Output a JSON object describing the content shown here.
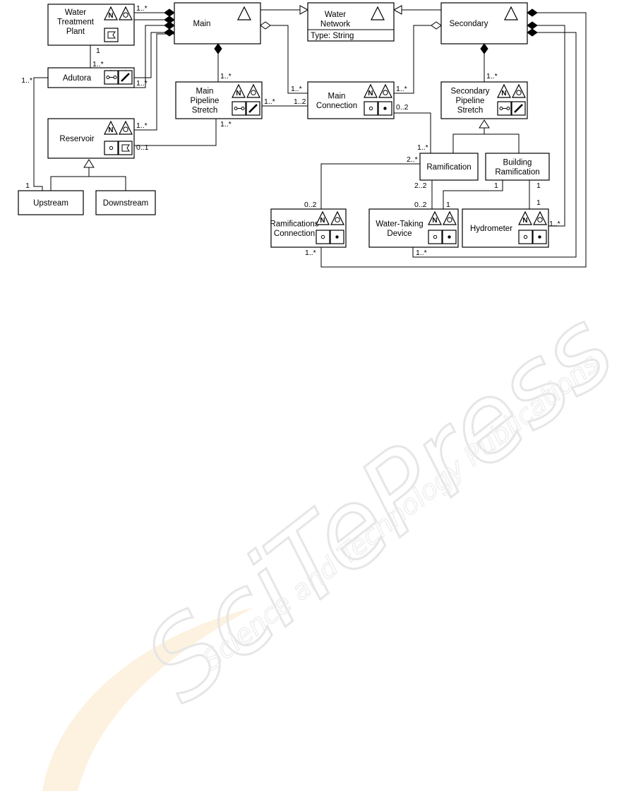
{
  "watermark": {
    "logo_text": "SciTePress",
    "tagline": "Science and Technology Publications"
  },
  "diagram": {
    "classes": {
      "water_treatment_plant": {
        "lines": [
          "Water",
          "Treatment",
          "Plant"
        ],
        "icons": [
          "network-icon",
          "point-icon",
          "flag-icon"
        ]
      },
      "main": {
        "lines": [
          "Main"
        ],
        "icons": [
          "triangle-icon"
        ]
      },
      "water_network": {
        "lines": [
          "Water",
          "Network"
        ],
        "icons": [
          "triangle-icon"
        ],
        "attribute": "Type: String"
      },
      "secondary": {
        "lines": [
          "Secondary"
        ],
        "icons": [
          "triangle-icon"
        ]
      },
      "adutora": {
        "lines": [
          "Adutora"
        ],
        "icons": [
          "network-icon",
          "point-icon",
          "flow-icon",
          "line-icon"
        ]
      },
      "main_pipeline_stretch": {
        "lines": [
          "Main",
          "Pipeline",
          "Stretch"
        ],
        "icons": [
          "network-icon",
          "point-icon",
          "flow-icon",
          "line-icon"
        ]
      },
      "main_connection": {
        "lines": [
          "Main",
          "Connection"
        ],
        "icons": [
          "network-icon",
          "point-icon",
          "node-icon",
          "dot-icon"
        ]
      },
      "secondary_pipeline_stretch": {
        "lines": [
          "Secondary",
          "Pipeline",
          "Stretch"
        ],
        "icons": [
          "network-icon",
          "point-icon",
          "flow-icon",
          "line-icon"
        ]
      },
      "reservoir": {
        "lines": [
          "Reservoir"
        ],
        "icons": [
          "network-icon",
          "point-icon",
          "node-icon",
          "flag-icon"
        ]
      },
      "ramification": {
        "lines": [
          "Ramification"
        ]
      },
      "building_ramification": {
        "lines": [
          "Building",
          "Ramification"
        ]
      },
      "upstream": {
        "lines": [
          "Upstream"
        ]
      },
      "downstream": {
        "lines": [
          "Downstream"
        ]
      },
      "ramifications_connection": {
        "lines": [
          "Ramifications",
          "Connection"
        ],
        "icons": [
          "network-icon",
          "point-icon",
          "node-icon",
          "dot-icon"
        ]
      },
      "water_taking_device": {
        "lines": [
          "Water-Taking",
          "Device"
        ],
        "icons": [
          "network-icon",
          "point-icon",
          "node-icon",
          "dot-icon"
        ]
      },
      "hydrometer": {
        "lines": [
          "Hydrometer"
        ],
        "icons": [
          "network-icon",
          "point-icon",
          "node-icon",
          "dot-icon"
        ]
      }
    },
    "multiplicities": {
      "wtp_main": "1..*",
      "wtp_adutora_top": "1",
      "wtp_adutora_bottom": "1..*",
      "adutora_main": "1..*",
      "adutora_left": "1..*",
      "upstream_left": "1",
      "reservoir_main": "1..*",
      "reservoir_mps": "0..1",
      "mps_main": "1..*",
      "mps_bottom": "1..*",
      "mps_mc": "1..*",
      "mc_mps": "1..2",
      "mc_main": "1..*",
      "mc_secondary": "1..*",
      "mc_ram": "0..2",
      "ram_mc": "1..*",
      "sps_secondary": "1..*",
      "ram_rc": "2..*",
      "rc_ram": "0..2",
      "ram_wtd": "2..2",
      "wtd_ram": "0..2",
      "br_wtd": "1",
      "wtd_br": "1",
      "br_hydro": "1",
      "hydro_br": "1",
      "hydro_secondary": "1..*",
      "rc_secondary": "1..*",
      "wtd_secondary": "1..*"
    }
  }
}
